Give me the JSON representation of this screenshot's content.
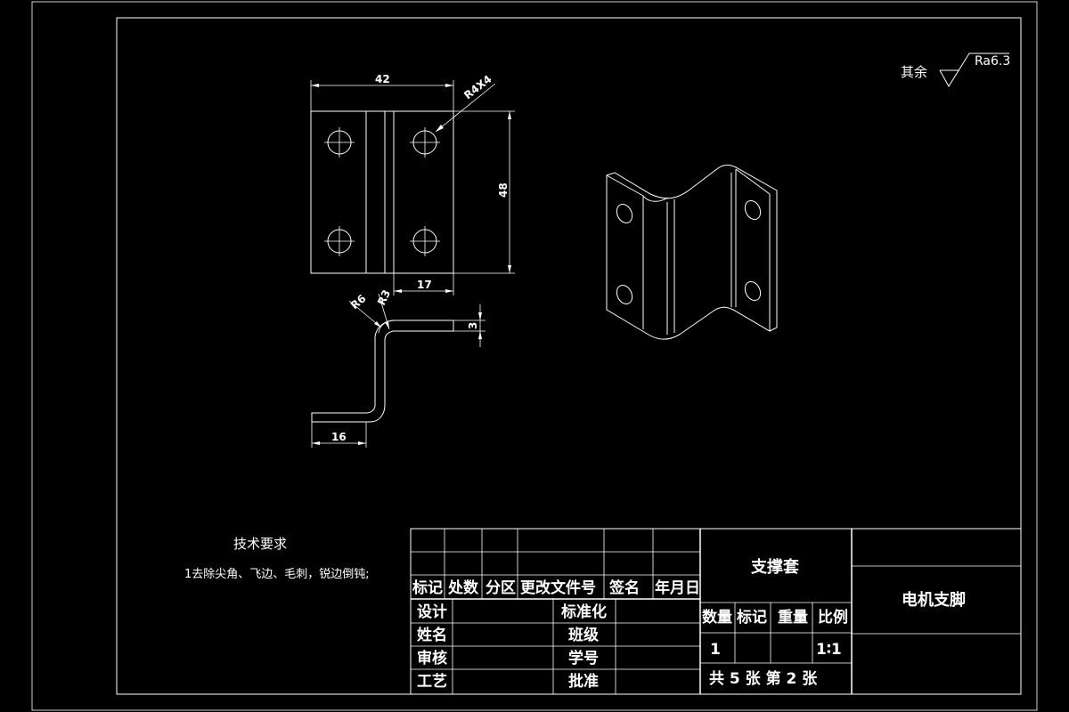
{
  "roughness": {
    "prefix": "其余",
    "value": "Ra6.3"
  },
  "dimensions": {
    "top_width": "42",
    "chamfer": "R4X4",
    "height": "48",
    "offset": "17",
    "radius_outer": "R6",
    "radius_inner": "R3",
    "thickness": "3",
    "foot_length": "16"
  },
  "tech_requirements": {
    "title": "技术要求",
    "items": [
      "1去除尖角、飞边、毛刺，锐边倒钝;"
    ]
  },
  "title_block": {
    "revision_headers": [
      "标记",
      "处数",
      "分区",
      "更改文件号",
      "签名",
      "年月日"
    ],
    "roles_left": [
      "设计",
      "姓名",
      "审核",
      "工艺"
    ],
    "roles_mid": [
      "标准化",
      "班级",
      "学号",
      "批准"
    ],
    "part_name": "支撑套",
    "property_headers": [
      "数量",
      "标记",
      "重量",
      "比例"
    ],
    "quantity": "1",
    "scale": "1∶1",
    "sheets": "共 5 张 第 2 张",
    "drawing_title": "电机支脚"
  }
}
